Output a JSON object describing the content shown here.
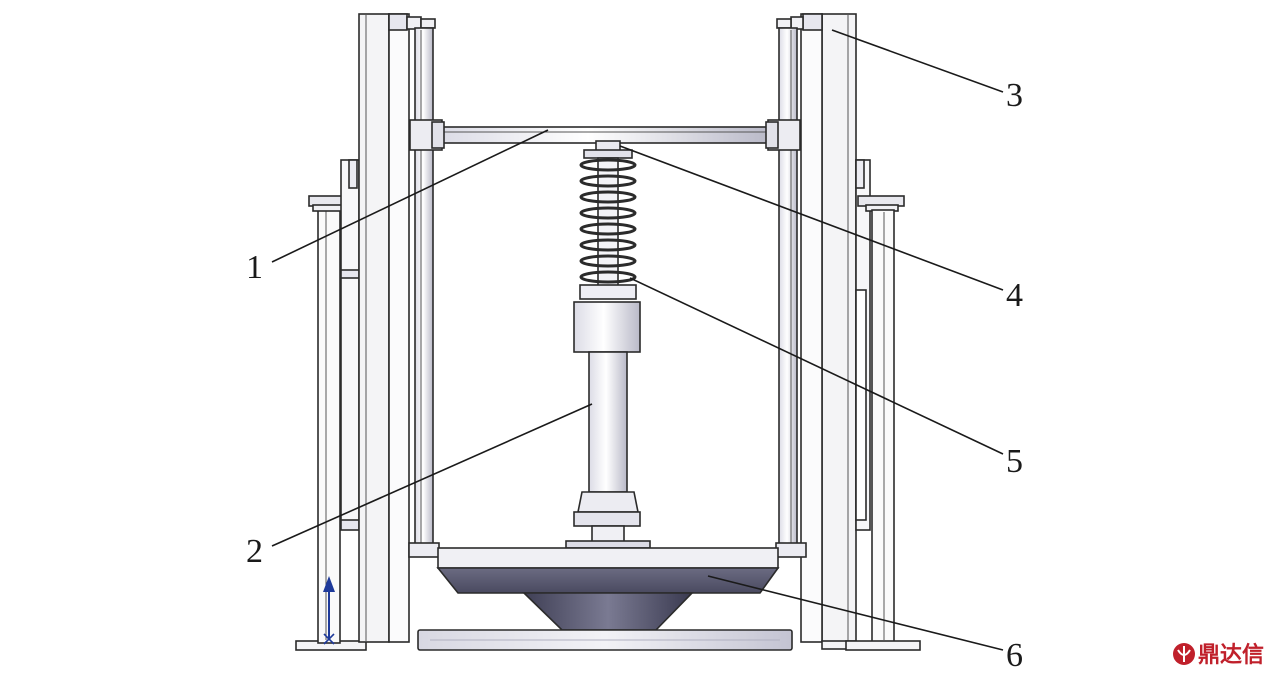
{
  "callouts": [
    {
      "id": "1",
      "label": "1"
    },
    {
      "id": "2",
      "label": "2"
    },
    {
      "id": "3",
      "label": "3"
    },
    {
      "id": "4",
      "label": "4"
    },
    {
      "id": "5",
      "label": "5"
    },
    {
      "id": "6",
      "label": "6"
    }
  ],
  "watermark": {
    "text": "鼎达信",
    "color": "#c0202b"
  },
  "colors": {
    "line": "#2b2b2b",
    "frame_fill": "#f4f4f6",
    "plate_dark": "#5a5a70",
    "plate_light": "#c9c9d6",
    "axis_arrow": "#1e3a9a"
  }
}
